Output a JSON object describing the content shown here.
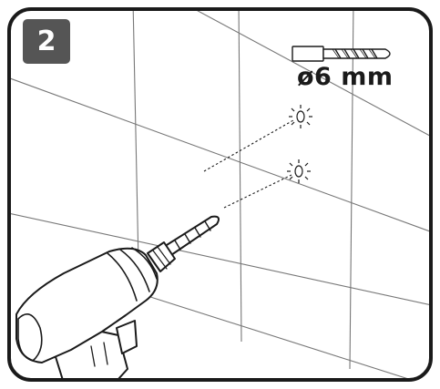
{
  "step": {
    "number": "2"
  },
  "drill_bit": {
    "size_label": "ø6 mm",
    "icon": "drill-bit-icon"
  },
  "illustration": {
    "icons": [
      "wall-tiles",
      "drill-icon",
      "drill-hole-marker-icon",
      "drill-bit-icon"
    ],
    "hole_count": 2
  },
  "colors": {
    "badge_background": "#555555",
    "badge_text": "#ffffff",
    "line": "#1a1a1a",
    "tile_grid": "#777777",
    "background": "#ffffff"
  }
}
